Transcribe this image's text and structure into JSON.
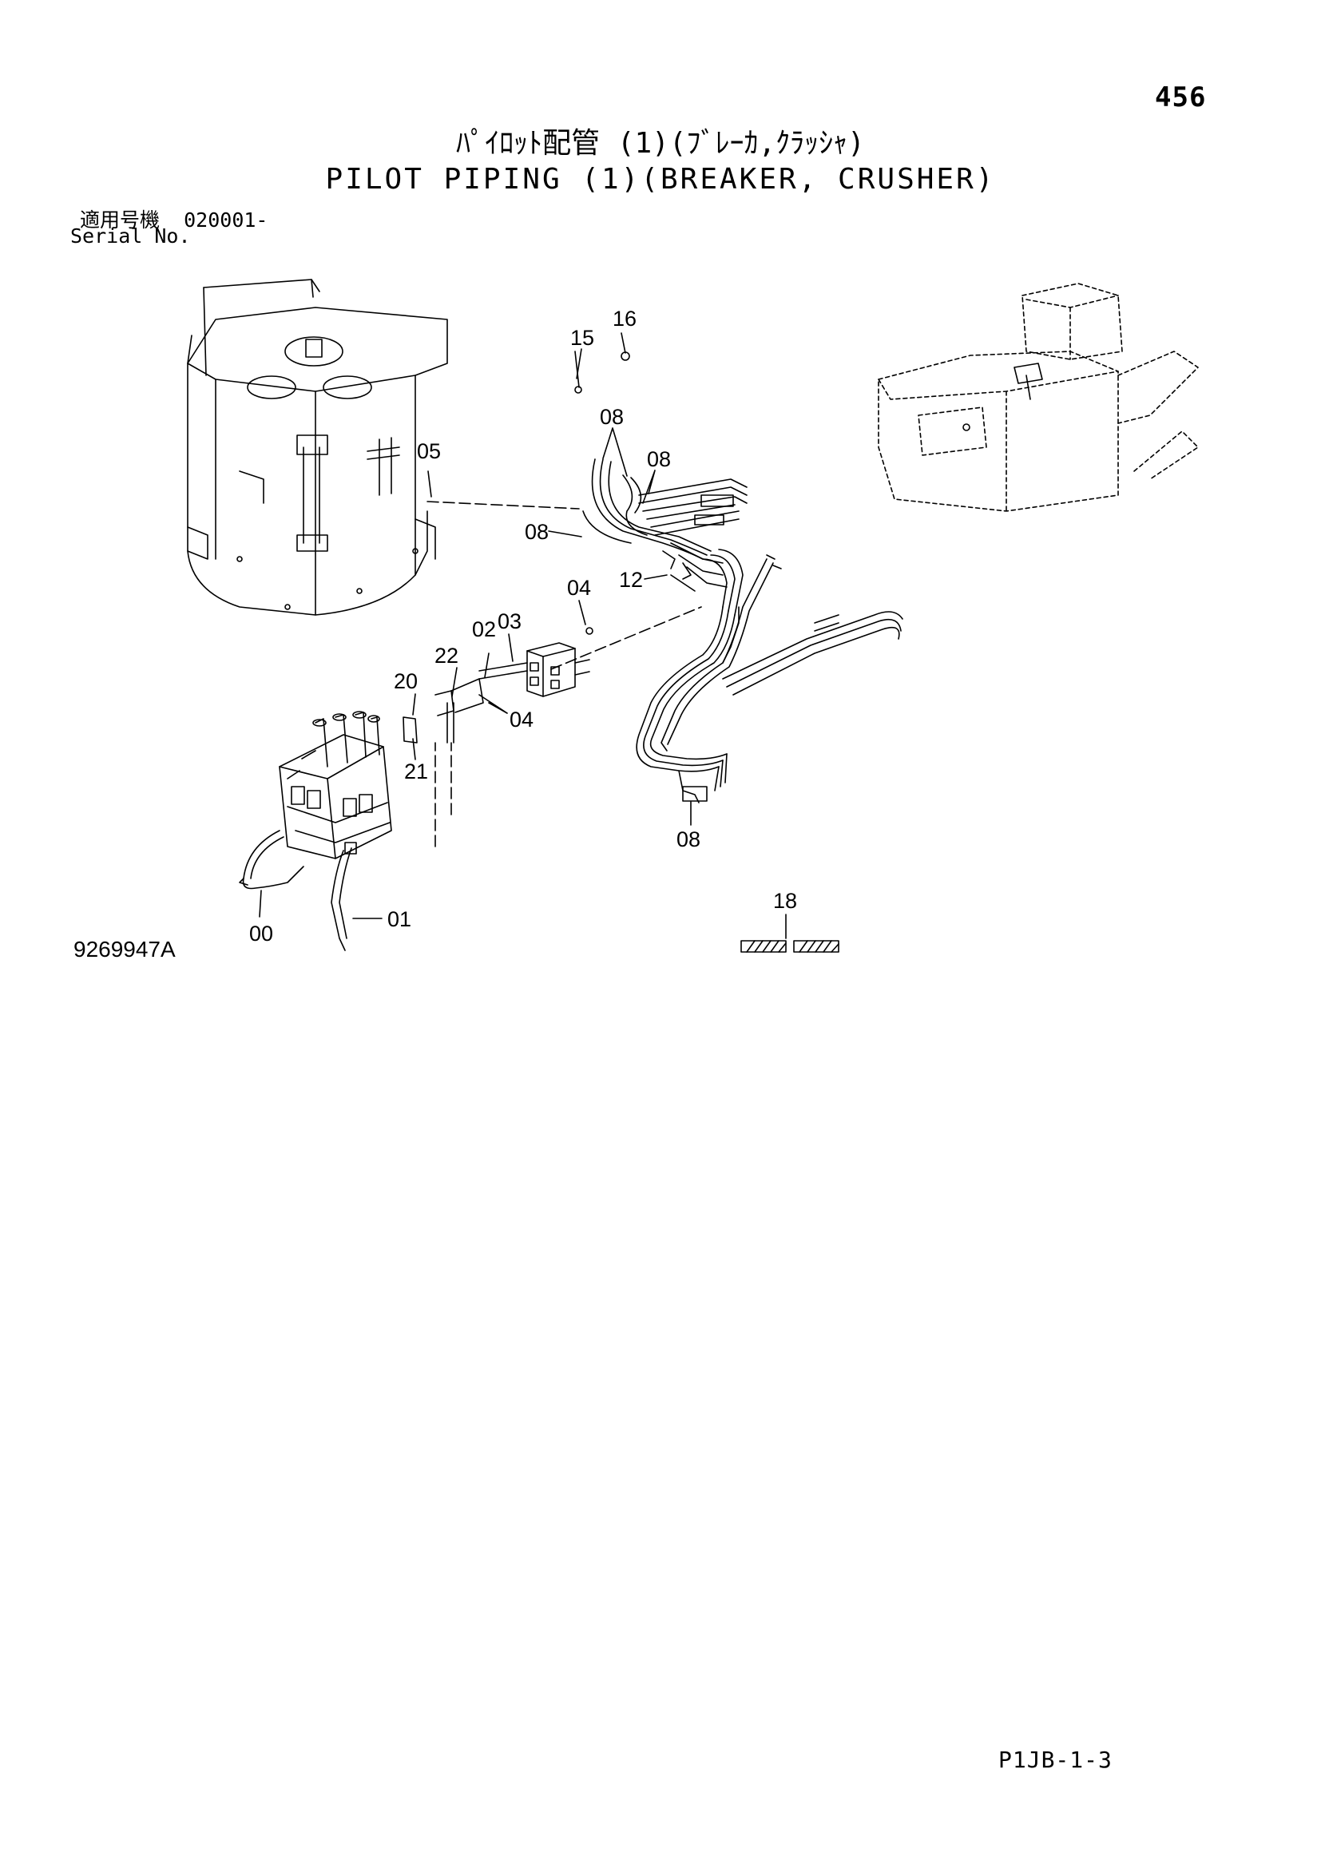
{
  "page": {
    "number": "456",
    "title_jp": "ﾊﾟｲﾛｯﾄ配管 (1)(ﾌﾞﾚｰｶ,ｸﾗｯｼｬ)",
    "title_en": "PILOT PIPING (1)(BREAKER, CRUSHER)",
    "serial_label_jp": "適用号機",
    "serial_value": "020001-",
    "serial_label_en": "Serial No.",
    "drawing_number": "9269947A",
    "footer_code": "P1JB-1-3"
  },
  "callouts": {
    "c15": "15",
    "c16": "16",
    "c08a": "08",
    "c08b": "08",
    "c05": "05",
    "c08c": "08",
    "c12": "12",
    "c04a": "04",
    "c02": "02",
    "c03": "03",
    "c22": "22",
    "c20": "20",
    "c04b": "04",
    "c21": "21",
    "c08d": "08",
    "c18": "18",
    "c00": "00",
    "c01": "01"
  },
  "colors": {
    "line": "#000000",
    "background": "#ffffff"
  }
}
